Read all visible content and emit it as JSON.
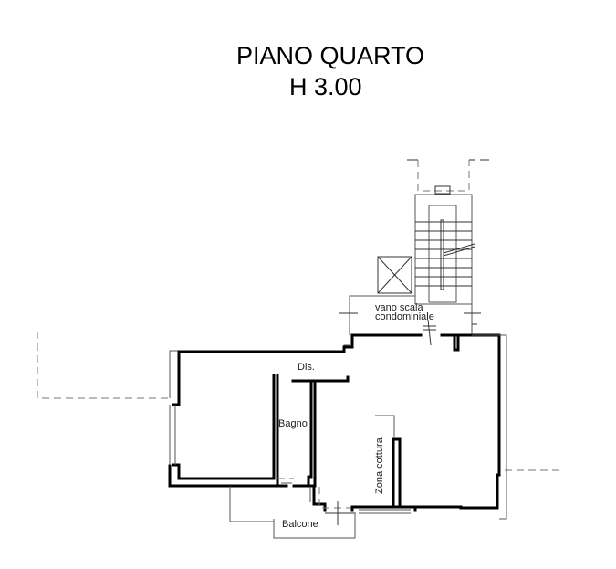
{
  "header": {
    "title": "PIANO QUARTO",
    "subtitle": "H 3.00"
  },
  "rooms": {
    "stairwell_line1": "vano scala",
    "stairwell_line2": "condominiale",
    "hallway": "Dis.",
    "bathroom": "Bagno",
    "kitchen": "Zona cottura",
    "balcony": "Balcone"
  },
  "colors": {
    "wall": "#000000",
    "thin_line": "#555555",
    "dashed_boundary": "#777777",
    "background": "#ffffff"
  }
}
